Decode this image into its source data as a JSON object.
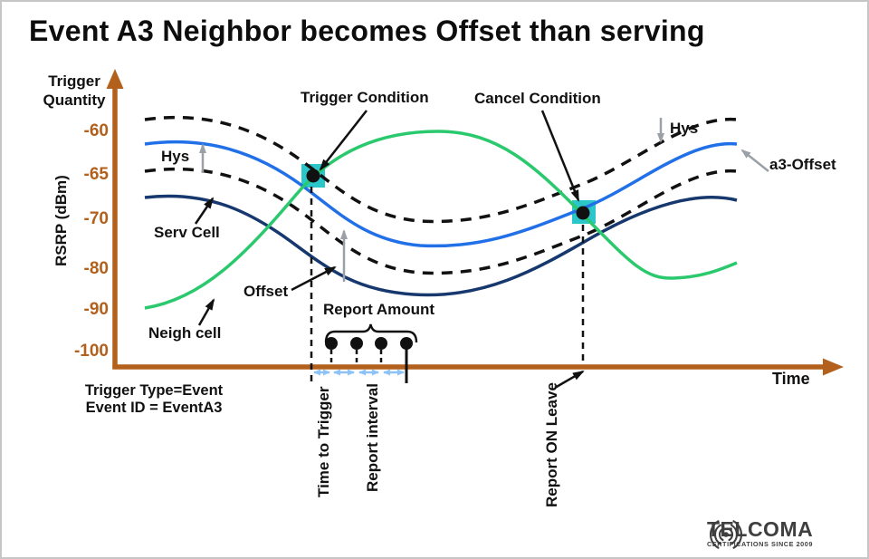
{
  "title": "Event A3  Neighbor becomes Offset than serving",
  "axes": {
    "y_title": "Trigger Quantity",
    "y_unit": "RSRP (dBm)",
    "x_label": "Time",
    "y_ticks": [
      "-60",
      "-65",
      "-70",
      "-80",
      "-90",
      "-100"
    ]
  },
  "labels": {
    "trigger_condition": "Trigger Condition",
    "cancel_condition": "Cancel Condition",
    "hys_left": "Hys",
    "hys_right": "Hys",
    "a3_offset": "a3-Offset",
    "serv_cell": "Serv Cell",
    "neigh_cell": "Neigh cell",
    "offset": "Offset",
    "report_amount": "Report Amount",
    "time_to_trigger": "Time to Trigger",
    "report_interval": "Report interval",
    "report_on_leave": "Report ON Leave"
  },
  "footnote": {
    "line1": "Trigger Type=Event",
    "line2": "Event ID = EventA3"
  },
  "logo": {
    "name": "TELCOMA",
    "tagline": "CERTIFICATIONS SINCE 2009"
  },
  "curves": [
    {
      "name": "serving-cell",
      "color": "#16386e",
      "style": "solid"
    },
    {
      "name": "neighbor-cell",
      "color": "#2bc96e",
      "style": "solid"
    },
    {
      "name": "a3-offset-threshold",
      "color": "#2170e8",
      "style": "solid"
    },
    {
      "name": "hysteresis-bounds",
      "color": "#111111",
      "style": "dashed"
    }
  ],
  "colors": {
    "axis": "#b2601c",
    "blue": "#2170e8",
    "navy": "#16386e",
    "green": "#2bc96e",
    "teal": "#2bc6c9",
    "dash": "#111111",
    "gray": "#9aa0a6",
    "lightblue": "#8fc3f5",
    "logo": "#3f3f3f"
  },
  "report_dots": {
    "count": 4
  }
}
